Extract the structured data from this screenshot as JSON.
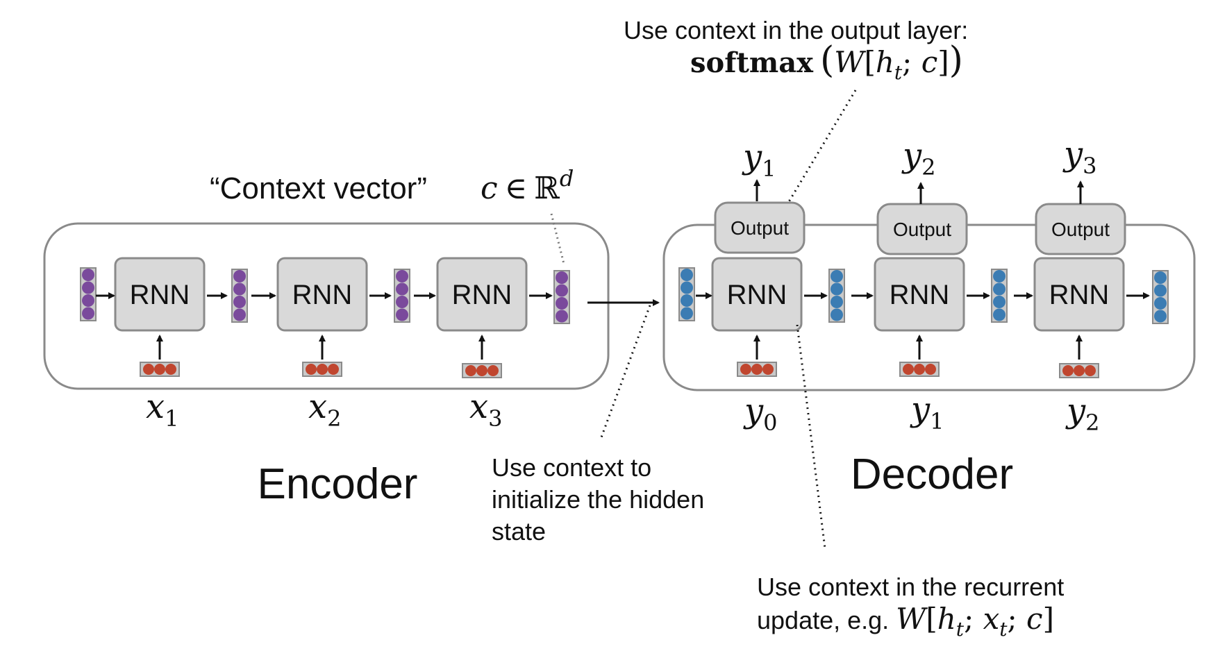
{
  "encoder": {
    "title": "Encoder",
    "cell_label": "RNN",
    "inputs": [
      {
        "var": "x",
        "sub": "1"
      },
      {
        "var": "x",
        "sub": "2"
      },
      {
        "var": "x",
        "sub": "3"
      }
    ]
  },
  "context": {
    "label": "“Context vector”",
    "symbol_c": "c",
    "symbol_in": "∈",
    "symbol_R": "ℝ",
    "symbol_d": "d"
  },
  "decoder": {
    "title": "Decoder",
    "cell_label": "RNN",
    "output_label": "Output",
    "inputs": [
      {
        "var": "y",
        "sub": "0"
      },
      {
        "var": "y",
        "sub": "1"
      },
      {
        "var": "y",
        "sub": "2"
      }
    ],
    "outputs": [
      {
        "var": "y",
        "sub": "1"
      },
      {
        "var": "y",
        "sub": "2"
      },
      {
        "var": "y",
        "sub": "3"
      }
    ]
  },
  "annotations": {
    "output_layer_line1": "Use context in the output layer:",
    "output_layer_formula_fn": "softmax",
    "output_layer_formula_open": "(",
    "output_layer_formula_W": "W",
    "output_layer_formula_lb": "[",
    "output_layer_formula_h": "h",
    "output_layer_formula_t": "t",
    "output_layer_formula_sep": "; ",
    "output_layer_formula_c": "c",
    "output_layer_formula_rb": "]",
    "output_layer_formula_close": ")",
    "init_hidden_lines": [
      "Use context to",
      "initialize the hidden",
      "state"
    ],
    "recurrent_line1": "Use context in the recurrent",
    "recurrent_line2_prefix": "update, e.g. ",
    "recurrent_formula_W": "W",
    "recurrent_formula_lb": "[",
    "recurrent_formula_h": "h",
    "recurrent_formula_t1": "t",
    "recurrent_formula_sep1": "; ",
    "recurrent_formula_x": "x",
    "recurrent_formula_t2": "t",
    "recurrent_formula_sep2": "; ",
    "recurrent_formula_c": "c",
    "recurrent_formula_rb": "]"
  },
  "colors": {
    "encoder_state": "#7a4a9c",
    "decoder_state": "#3b7cb3",
    "input_embedding": "#c0462f",
    "cell_fill": "#d9d9d9",
    "cell_stroke": "#8a8a8a",
    "frame_stroke": "#8a8a8a"
  }
}
